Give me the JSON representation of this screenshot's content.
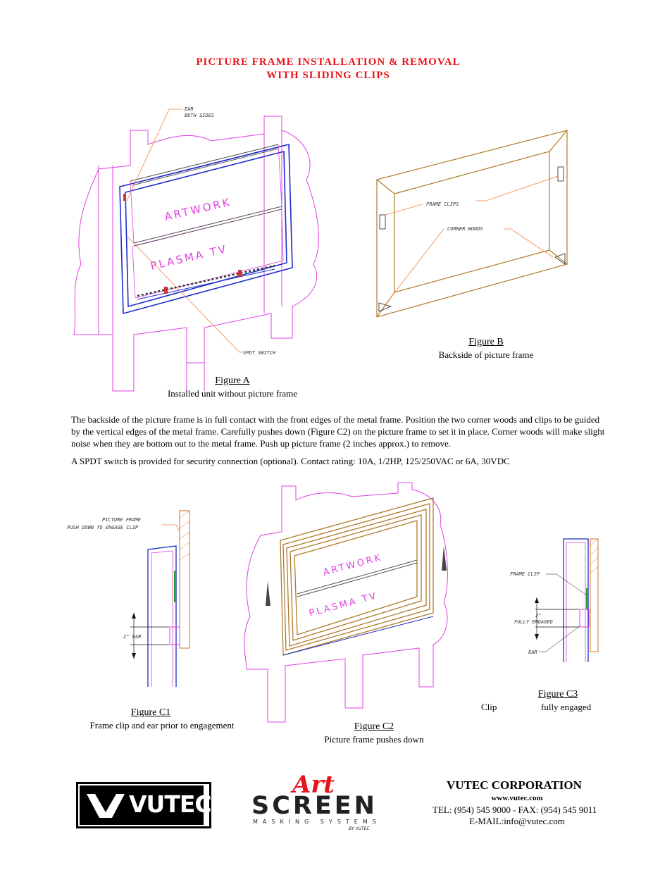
{
  "title": {
    "line1": "PICTURE FRAME INSTALLATION & REMOVAL",
    "line2": "WITH SLIDING CLIPS"
  },
  "figure_a": {
    "label": "Figure A",
    "caption": "Installed unit without picture frame",
    "callout_ear": "EAR",
    "callout_ear2": "BOTH SIDES",
    "callout_switch": "SPDT SWITCH",
    "artwork": "ARTWORK",
    "plasma": "PLASMA TV"
  },
  "figure_b": {
    "label": "Figure B",
    "caption": "Backside of picture frame",
    "callout_clips": "FRAME CLIPS",
    "callout_woods": "CORNER WOODS"
  },
  "body": {
    "paragraph1": "The backside of the picture frame is in full contact with the front edges of the metal frame. Position the two corner woods and clips to be guided by the vertical edges of the metal frame. Carefully pushes down (Figure C2) on the picture frame to set it in place. Corner woods will make slight noise when they are bottom out to the metal frame. Push up picture frame (2 inches approx.) to remove.",
    "paragraph2": "A SPDT switch is provided for security connection (optional). Contact rating: 10A, 1/2HP, 125/250VAC or 6A, 30VDC"
  },
  "figure_c1": {
    "label": "Figure C1",
    "caption": "Frame clip and ear prior to engagement",
    "callout1": "PICTURE FRAME",
    "callout2": "PUSH DOWN TO ENGAGE CLIP",
    "dim": "2\" EAR"
  },
  "figure_c2": {
    "label": "Figure C2",
    "caption": "Picture frame pushes down",
    "artwork": "ARTWORK",
    "plasma": "PLASMA TV"
  },
  "figure_c3": {
    "label": "Figure C3",
    "caption_left": "Clip",
    "caption_right": "fully engaged",
    "callout_clip": "FRAME CLIP",
    "dim1": "2\"",
    "dim2": "FULLY ENGAGED",
    "callout_ear": "EAR"
  },
  "footer": {
    "logo_vutec": "VUTEC",
    "logo_art": "Art",
    "logo_screen": "SCREEN",
    "logo_masking": "MASKING SYSTEMS",
    "logo_by": "BY VUTEC",
    "company": "VUTEC CORPORATION",
    "website": "www.vutec.com",
    "phone": "TEL: (954) 545 9000 - FAX: (954) 545 9011",
    "email": "E-MAIL:info@vutec.com"
  },
  "colors": {
    "title_red": "#e8141b",
    "wall_magenta": "#e040e0",
    "frame_wood": "#b07a2a",
    "metal_blue": "#1a2dc8"
  }
}
